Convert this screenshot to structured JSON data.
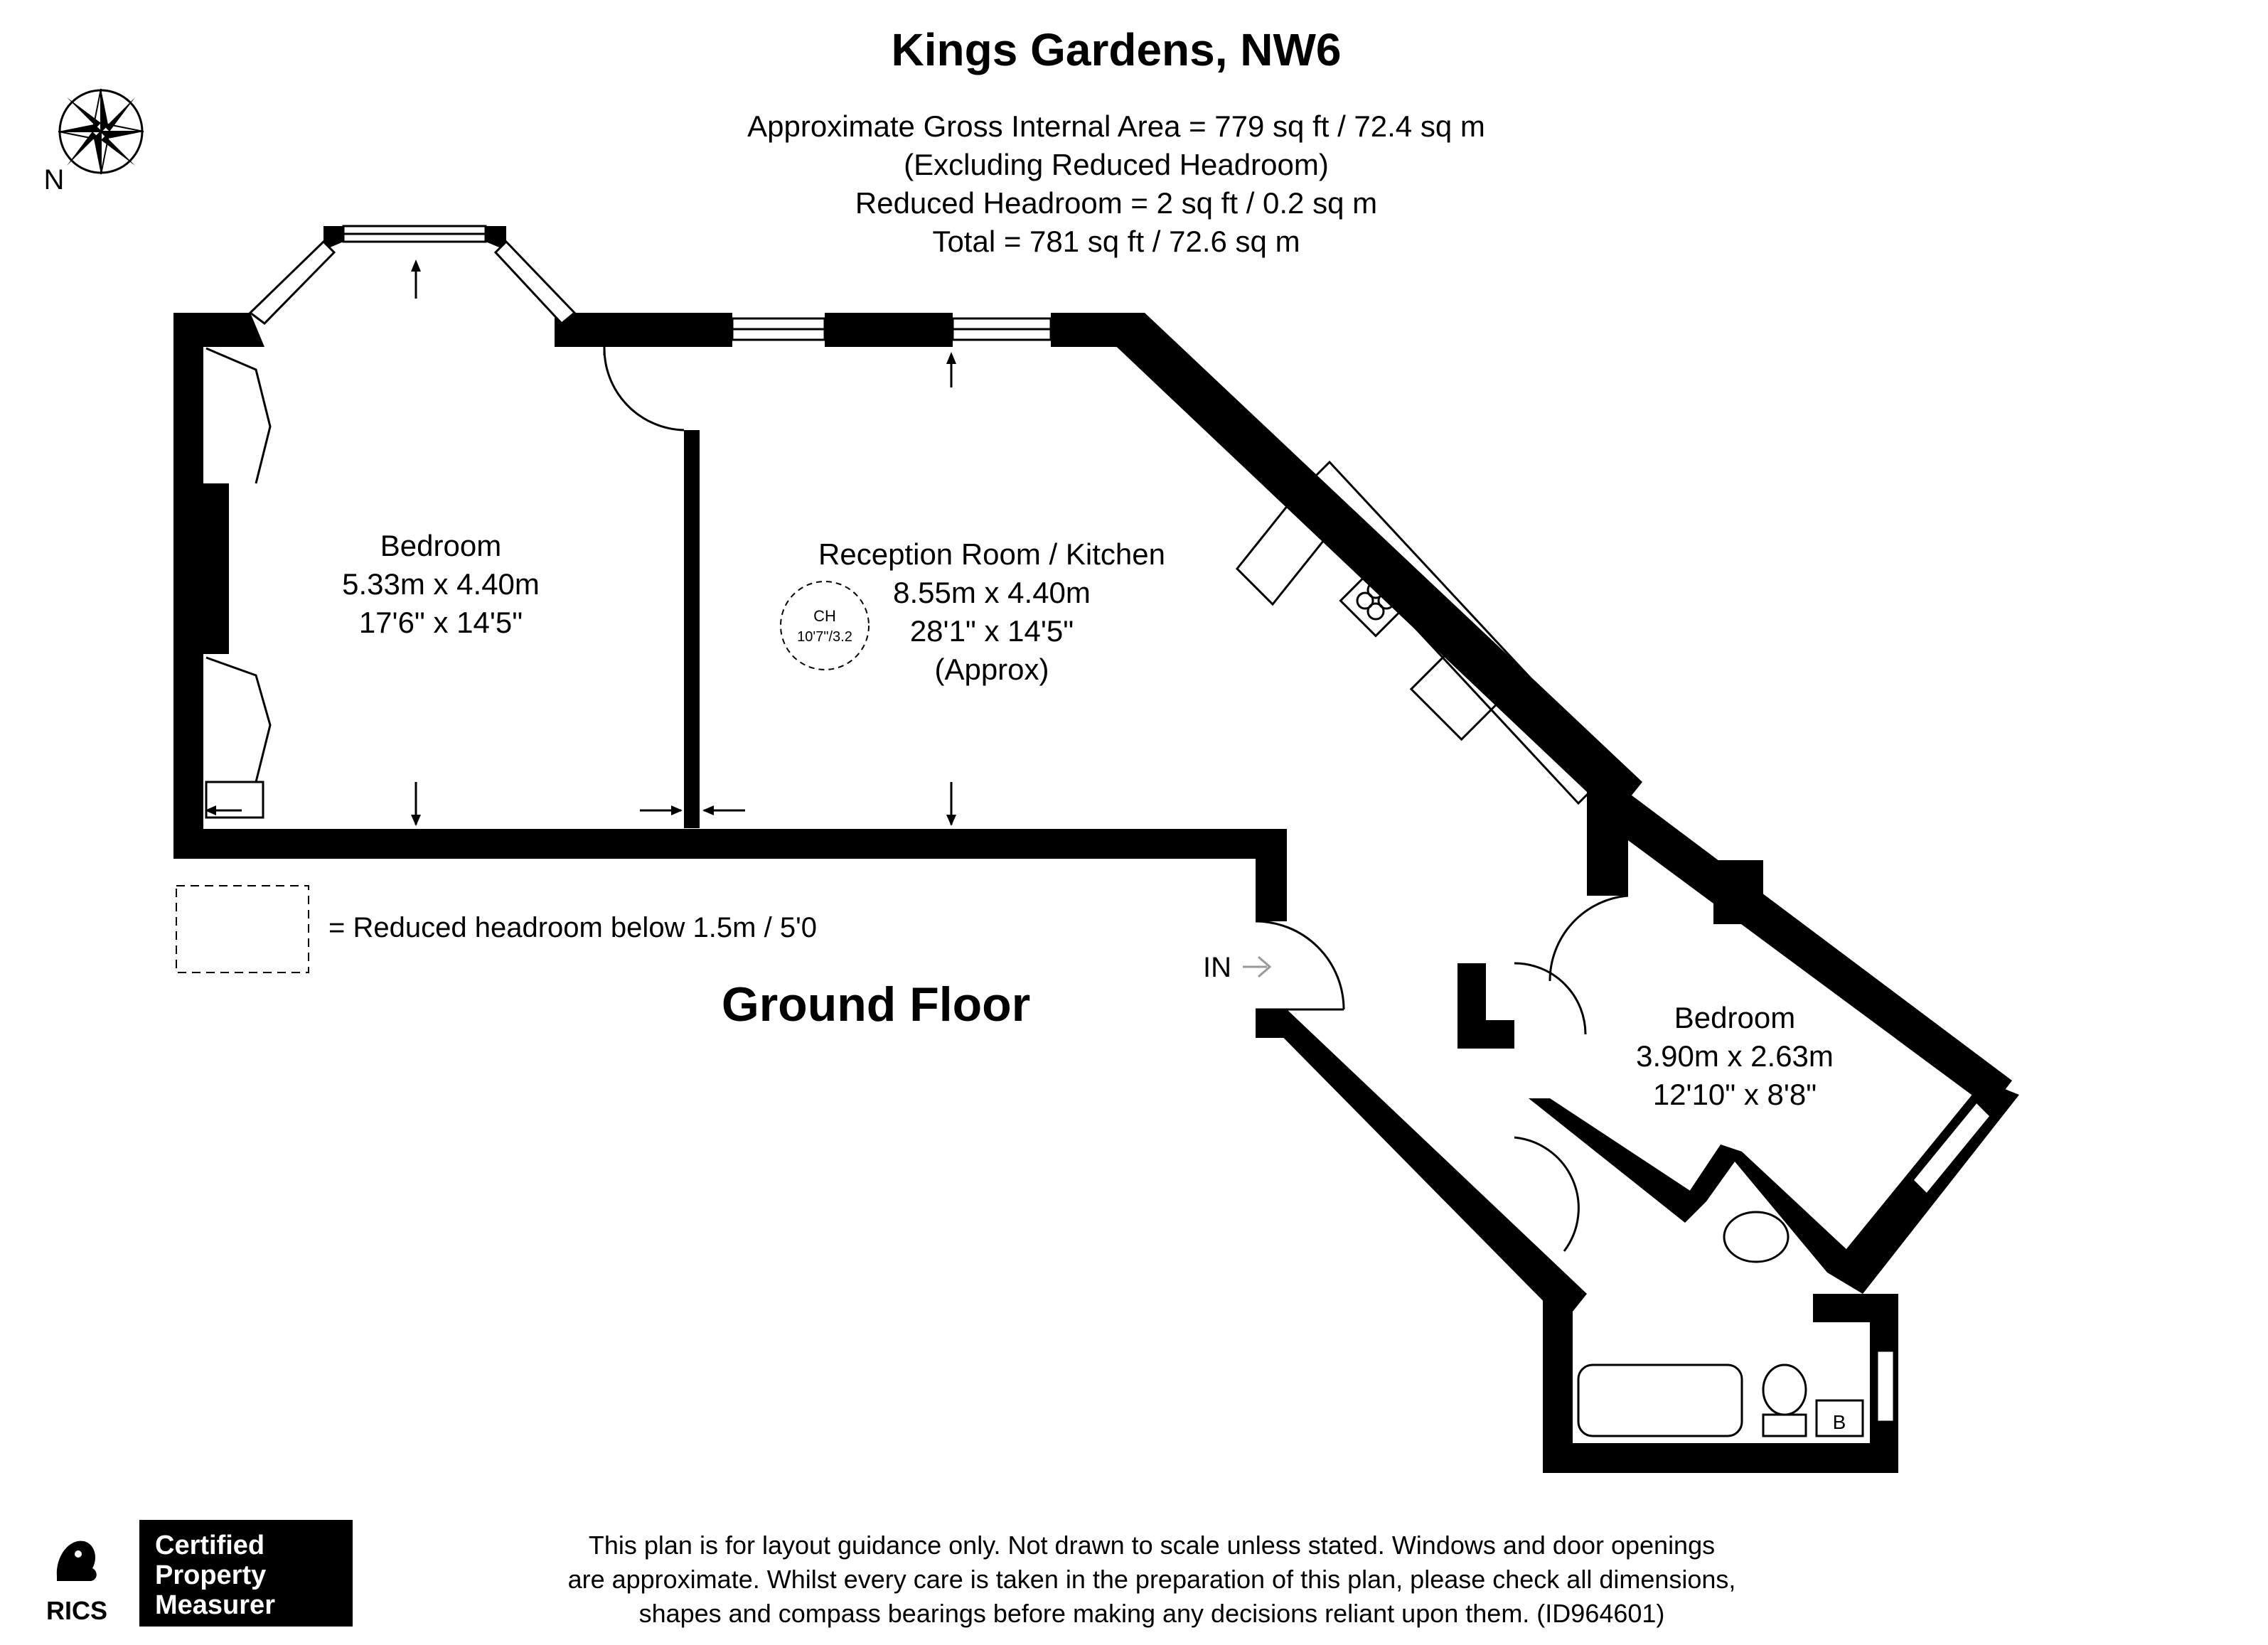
{
  "title": "Kings Gardens, NW6",
  "area": {
    "line1": "Approximate Gross Internal Area = 779 sq ft / 72.4 sq m",
    "line2": "(Excluding Reduced Headroom)",
    "line3": "Reduced Headroom  = 2 sq ft / 0.2 sq m",
    "line4": "Total = 781 sq ft / 72.6 sq m"
  },
  "compass": {
    "label": "N"
  },
  "rooms": {
    "bedroom1": {
      "name": "Bedroom",
      "metric": "5.33m x 4.40m",
      "imperial": "17'6\" x 14'5\""
    },
    "reception": {
      "name": "Reception Room / Kitchen",
      "metric": "8.55m x 4.40m",
      "imperial": "28'1\" x 14'5\"",
      "note": "(Approx)"
    },
    "bedroom2": {
      "name": "Bedroom",
      "metric": "3.90m x 2.63m",
      "imperial": "12'10\" x 8'8\""
    }
  },
  "ceiling_height": {
    "label": "CH",
    "value": "10'7\"/3.2"
  },
  "boiler_label": "B",
  "entrance_label": "IN",
  "legend": {
    "text": "= Reduced headroom below 1.5m / 5'0"
  },
  "floor_label": "Ground Floor",
  "disclaimer": {
    "line1": "This plan is for layout guidance only. Not drawn to scale unless stated. Windows and door openings",
    "line2": "are approximate. Whilst every care is taken in the preparation of this plan, please check all dimensions,",
    "line3": "shapes and compass bearings before making any decisions reliant upon them. (ID964601)"
  },
  "badge": {
    "org": "RICS",
    "line1": "Certified",
    "line2": "Property",
    "line3": "Measurer"
  }
}
